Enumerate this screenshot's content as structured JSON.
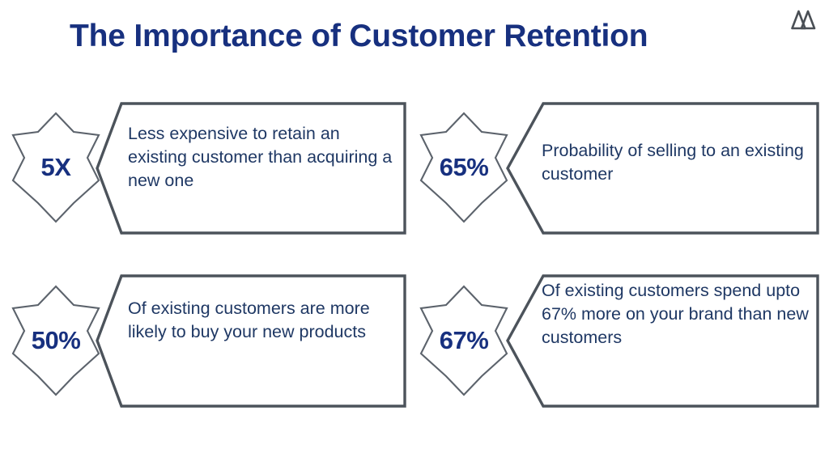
{
  "header": {
    "title": "The Importance of Customer Retention",
    "logo_icon": "mountain-logo-icon",
    "title_color": "#17307f"
  },
  "theme": {
    "background": "#ffffff",
    "title_color": "#17307f",
    "body_text_color": "#1f3864",
    "badge_value_color": "#17307f",
    "banner_border_color": "#4c535b",
    "star_border_color": "#5c636c",
    "logo_color": "#4a4f55"
  },
  "cards": [
    {
      "value": "5X",
      "text": "Less expensive to retain an existing customer than acquiring a new one"
    },
    {
      "value": "65%",
      "text": "Probability of selling to an existing customer"
    },
    {
      "value": "50%",
      "text": "Of existing customers are more likely to buy your new products"
    },
    {
      "value": "67%",
      "text": "Of existing customers spend upto 67% more on your brand than new customers"
    }
  ]
}
